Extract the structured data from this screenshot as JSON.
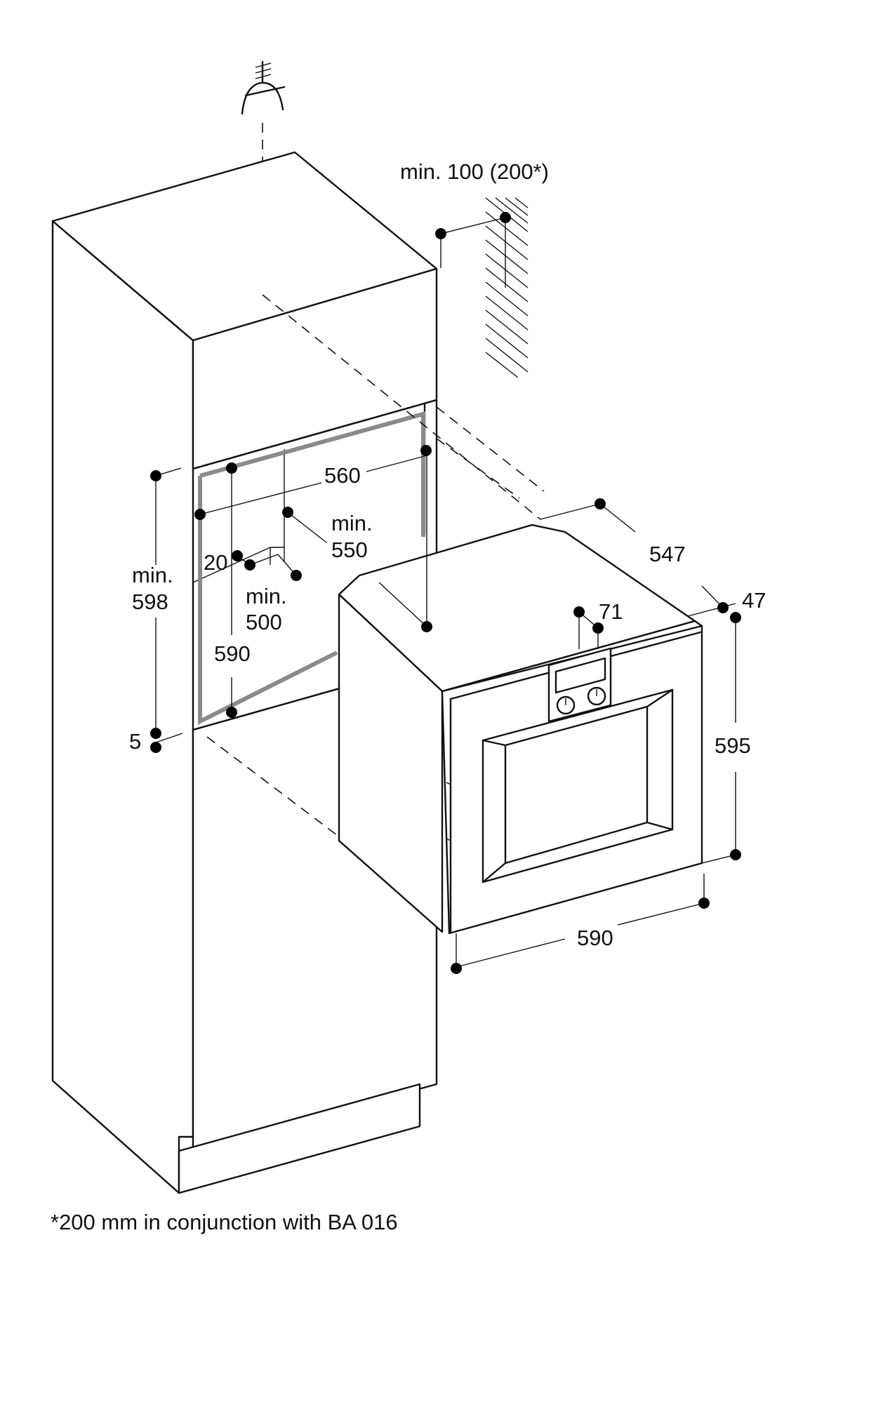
{
  "labels": {
    "top_clearance": "min. 100 (200*)",
    "width_560": "560",
    "depth_min": "min.",
    "depth_550": "550",
    "gap_20": "20",
    "min_500_a": "min.",
    "min_500_b": "500",
    "height_min": "min.",
    "height_598": "598",
    "height_590": "590",
    "offset_5": "5",
    "depth_547": "547",
    "front_47": "47",
    "panel_71": "71",
    "height_595": "595",
    "width_590": "590"
  },
  "footnote": "*200 mm in conjunction with BA 016",
  "colors": {
    "line": "#111111",
    "niche_outline": "#8a8a8a",
    "background": "#ffffff"
  }
}
